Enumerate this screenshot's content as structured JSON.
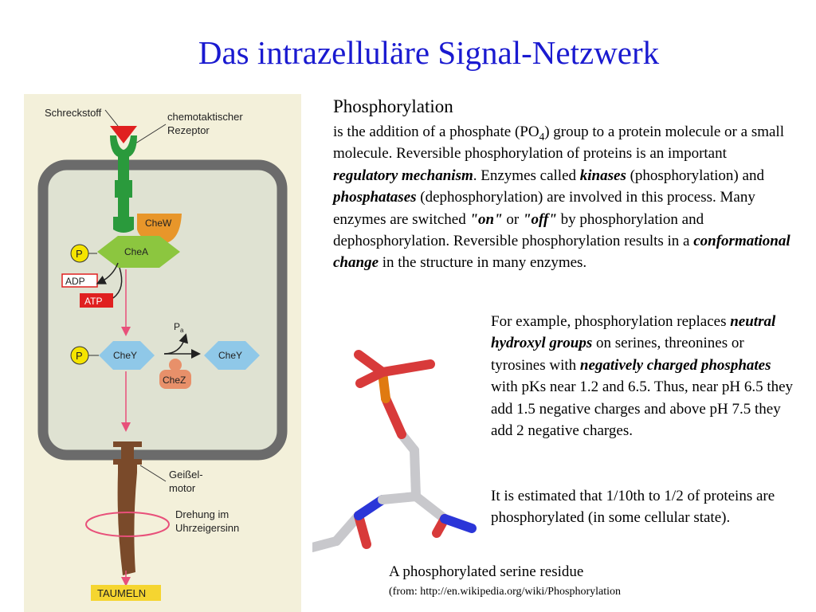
{
  "slide": {
    "title": "Das intrazelluläre Signal-Netzwerk"
  },
  "diagram": {
    "labels": {
      "schreckstoff": "Schreckstoff",
      "receptor_line1": "chemotaktischer",
      "receptor_line2": "Rezeptor",
      "chew": "CheW",
      "chea": "CheA",
      "p1": "P",
      "adp": "ADP",
      "atp": "ATP",
      "pa_main": "P",
      "pa_sub": "a",
      "p2": "P",
      "chey_left": "CheY",
      "chey_right": "CheY",
      "chez": "CheZ",
      "motor_line1": "Geißel-",
      "motor_line2": "motor",
      "rotation_line1": "Drehung im",
      "rotation_line2": "Uhrzeigersinn",
      "taumeln": "TAUMELN"
    },
    "colors": {
      "cell_border": "#6b6b6b",
      "cell_fill": "#dfe2d2",
      "receptor": "#2a9a3c",
      "chew": "#e8962a",
      "chea": "#8cc63f",
      "chey": "#8fc8e8",
      "chez": "#e8906a",
      "phosphate": "#f5e400",
      "signal_arrow": "#e8507a",
      "adp_box": "#e02020",
      "atp_box": "#e02020",
      "flagellum": "#7a4a2a",
      "taumeln_box": "#f5d530"
    }
  },
  "text": {
    "heading": "Phosphorylation",
    "p_intro_a": "is the addition of a phosphate (PO",
    "p_intro_sub": "4",
    "p_intro_b": ") group to a protein molecule or a small molecule. Reversible phosphorylation of proteins is an important ",
    "p_regulatory": "regulatory mechanism",
    "p_enzymes_called": ". Enzymes called ",
    "p_kinases": "kinases",
    "p_kinases_paren": " (phosphorylation) and ",
    "p_phosphatases": "phosphatases",
    "p_dephos": " (dephosphorylation) are involved in this process. Many enzymes are switched ",
    "p_on": "\"on\"",
    "p_or": " or ",
    "p_off": "\"off\"",
    "p_by": " by phosphorylation and dephosphorylation. Reversible phosphorylation results in a ",
    "p_conformational": "conformational change",
    "p_end": " in the structure in many enzymes.",
    "ex_a": "For example, phosphorylation replaces ",
    "ex_neutral": "neutral hydroxyl groups",
    "ex_b": " on serines, threonines or tyrosines with ",
    "ex_negative": "negatively charged phosphates",
    "ex_c": " with pKs near 1.2 and 6.5. Thus, near pH 6.5 they add 1.5 negative charges and above pH 7.5 they add 2 negative charges.",
    "estimate": "It is estimated that 1/10th to 1/2 of proteins are phosphorylated (in some cellular state).",
    "caption": "A phosphorylated serine residue",
    "source": "(from: http://en.wikipedia.org/wiki/Phosphorylation"
  },
  "molecule": {
    "colors": {
      "phosphorus": "#e07a10",
      "oxygen": "#d83a3a",
      "carbon": "#c8c8cc",
      "nitrogen": "#2b36d8"
    }
  }
}
